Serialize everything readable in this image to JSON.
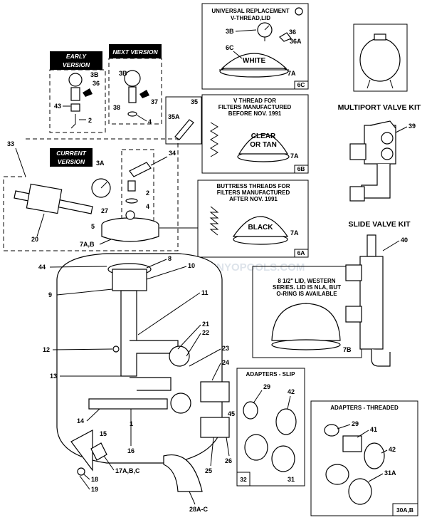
{
  "watermark": "INYOPOOLS.COM",
  "boxes": {
    "universal": {
      "title1": "UNIVERSAL REPLACEMENT",
      "title2": "V-THREAD,LID",
      "lid_text": "WHITE",
      "code": "6C"
    },
    "vthread": {
      "title1": "V THREAD FOR",
      "title2": "FILTERS MANUFACTURED",
      "title3": "BEFORE NOV. 1991",
      "lid_text1": "CLEAR",
      "lid_text2": "OR TAN",
      "code": "6B"
    },
    "buttress": {
      "title1": "BUTTRESS THREADS FOR",
      "title2": "FILTERS MANUFACTURED",
      "title3": "AFTER NOV. 1991",
      "lid_text": "BLACK",
      "code": "6A"
    },
    "western": {
      "line1": "8 1/2\" LID, WESTERN",
      "line2": "SERIES. LID IS NLA, BUT",
      "line3": "O-RING IS AVAILABLE"
    },
    "slip": {
      "title": "ADAPTERS - SLIP",
      "code": "32"
    },
    "threaded": {
      "title": "ADAPTERS - THREADED",
      "code": "30A,B"
    }
  },
  "versions": {
    "early": {
      "line1": "EARLY",
      "line2": "VERSION"
    },
    "next": {
      "line1": "NEXT VERSION"
    },
    "current": {
      "line1": "CURRENT",
      "line2": "VERSION"
    }
  },
  "kits": {
    "multiport": "MULTIPORT VALVE KIT",
    "slide": "SLIDE VALVE KIT"
  },
  "labels": {
    "l3B_a": "3B",
    "l36_a": "36",
    "l36A": "36A",
    "l6C": "6C",
    "l7A_a": "7A",
    "l3B_b": "3B",
    "l36_b": "36",
    "l43": "43",
    "l2_a": "2",
    "l3B_c": "3B",
    "l37": "37",
    "l38": "38",
    "l4_a": "4",
    "l35": "35",
    "l35A": "35A",
    "l7A_b": "7A",
    "l7A_c": "7A",
    "l39": "39",
    "l40": "40",
    "l33": "33",
    "l3A": "3A",
    "l34": "34",
    "l2_b": "2",
    "l4_b": "4",
    "l27": "27",
    "l5": "5",
    "l7AB": "7A,B",
    "l20": "20",
    "l1": "1",
    "l44": "44",
    "l8": "8",
    "l10": "10",
    "l9": "9",
    "l11": "11",
    "l7B": "7B",
    "l21": "21",
    "l22": "22",
    "l23": "23",
    "l24": "24",
    "l12": "12",
    "l13": "13",
    "l45": "45",
    "l29_a": "29",
    "l42_a": "42",
    "l31": "31",
    "l29_b": "29",
    "l41": "41",
    "l42_b": "42",
    "l31A": "31A",
    "l14": "14",
    "l15": "15",
    "l16": "16",
    "l17": "17A,B,C",
    "l18": "18",
    "l19": "19",
    "l25": "25",
    "l26": "26",
    "l28": "28A-C"
  }
}
